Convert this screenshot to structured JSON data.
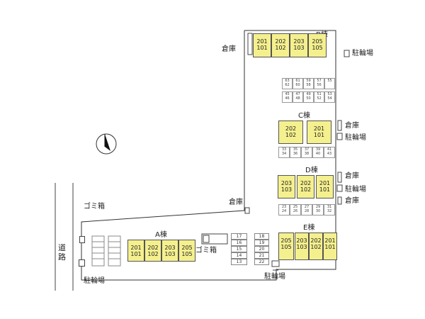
{
  "labels": {
    "road": "道路",
    "gomi_1": "ゴミ箱",
    "gomi_2": "ゴミ箱",
    "bike_left": "駐輪場",
    "bike_bottom": "駐輪場",
    "bike_b": "駐輪場",
    "bike_c": "駐輪場",
    "bike_d": "駐輪場",
    "souko_center": "倉庫",
    "souko_b": "倉庫",
    "souko_c": "倉庫",
    "souko_d1": "倉庫",
    "souko_d2": "倉庫"
  },
  "buildings": {
    "A": {
      "title": "A棟",
      "units": [
        {
          "top": "201",
          "bottom": "101"
        },
        {
          "top": "202",
          "bottom": "102"
        },
        {
          "top": "203",
          "bottom": "103"
        },
        {
          "top": "205",
          "bottom": "105"
        }
      ]
    },
    "B": {
      "title": "B棟",
      "units": [
        {
          "top": "201",
          "bottom": "101"
        },
        {
          "top": "202",
          "bottom": "102"
        },
        {
          "top": "203",
          "bottom": "103"
        },
        {
          "top": "205",
          "bottom": "105"
        }
      ]
    },
    "C": {
      "title": "C棟",
      "units": [
        {
          "top": "202",
          "bottom": "102"
        },
        {
          "top": "201",
          "bottom": "101"
        }
      ]
    },
    "D": {
      "title": "D棟",
      "units": [
        {
          "top": "203",
          "bottom": "103"
        },
        {
          "top": "202",
          "bottom": "102"
        },
        {
          "top": "201",
          "bottom": "101"
        }
      ]
    },
    "E": {
      "title": "E棟",
      "units": [
        {
          "top": "205",
          "bottom": "105"
        },
        {
          "top": "203",
          "bottom": "103"
        },
        {
          "top": "202",
          "bottom": "102"
        },
        {
          "top": "201",
          "bottom": "101"
        }
      ]
    }
  },
  "parking": {
    "left_col": [
      "17",
      "16",
      "15",
      "14",
      "13"
    ],
    "right_col": [
      "18",
      "19",
      "20",
      "21",
      "22"
    ],
    "row_b_top": [
      "63",
      "61",
      "59",
      "57",
      "55"
    ],
    "row_b_top_sub": [
      "62",
      "60",
      "58",
      "56",
      ""
    ],
    "row_b_bottom": [
      "45",
      "47",
      "49",
      "51",
      "53"
    ],
    "row_b_bottom_sub": [
      "46",
      "48",
      "50",
      "52",
      "54"
    ],
    "row_c": [
      "33",
      "35",
      "37",
      "39",
      "41"
    ],
    "row_c_sub": [
      "34",
      "36",
      "38",
      "40",
      "43"
    ],
    "row_d": [
      "23",
      "25",
      "27",
      "29",
      "31"
    ],
    "row_d_sub": [
      "24",
      "26",
      "28",
      "30",
      "32"
    ]
  }
}
